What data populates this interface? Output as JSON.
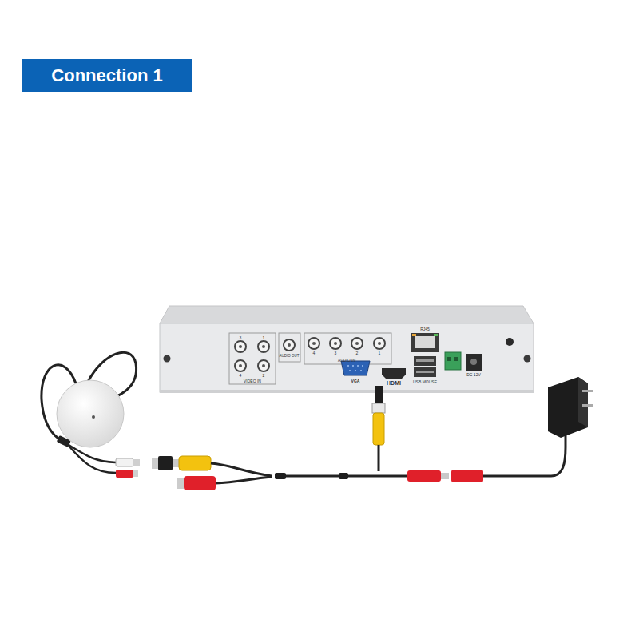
{
  "diagram": {
    "title": "Connection 1",
    "labels": [
      "3",
      "1",
      "4",
      "2",
      "VIDEO IN",
      "AUDIO OUT",
      "AUDIO IN",
      "4",
      "3",
      "2",
      "1",
      "VGA",
      "HDMI",
      "RJ45",
      "USB MOUSE",
      "DC 12V"
    ]
  }
}
